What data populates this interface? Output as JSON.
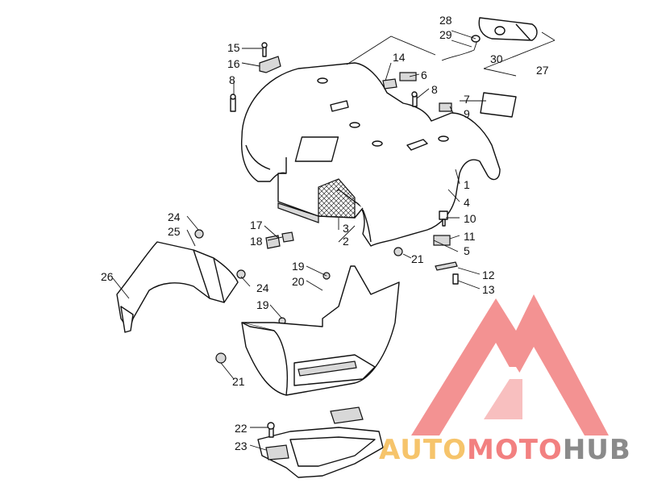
{
  "watermark": {
    "parts": [
      "AUTO",
      "MOTO",
      "HUB"
    ],
    "colors": {
      "auto": "#f6c46b",
      "moto": "#f28080",
      "hub": "#8a8a8a",
      "logo": "#f28080"
    }
  },
  "callouts": [
    "1",
    "2",
    "3",
    "4",
    "5",
    "6",
    "7",
    "8",
    "8",
    "9",
    "10",
    "11",
    "12",
    "13",
    "14",
    "15",
    "16",
    "17",
    "18",
    "19",
    "19",
    "20",
    "21",
    "21",
    "22",
    "23",
    "24",
    "24",
    "25",
    "26",
    "27",
    "28",
    "29",
    "30"
  ]
}
